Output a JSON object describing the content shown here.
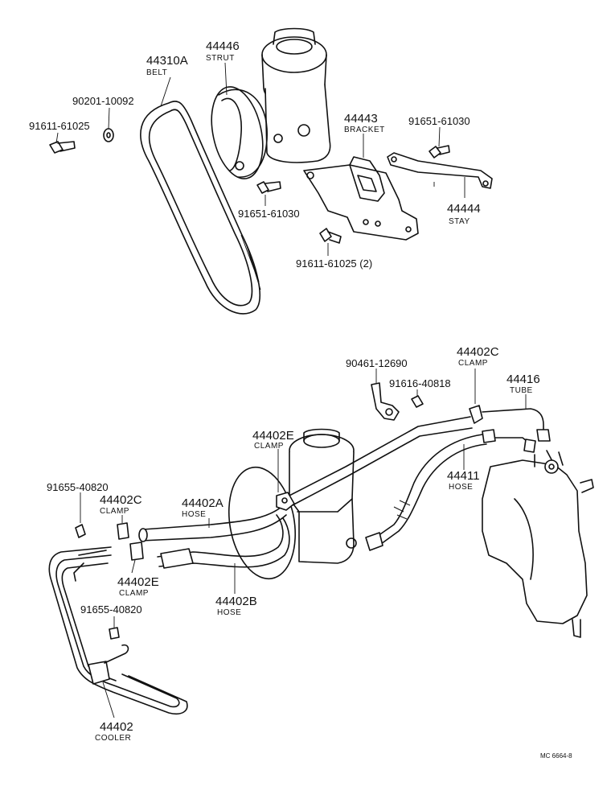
{
  "diagram_id": "MC 6664-8",
  "labels": {
    "belt": {
      "number": "44310A",
      "name": "BELT"
    },
    "strut": {
      "number": "44446",
      "name": "STRUT"
    },
    "washer": {
      "number": "90201-10092"
    },
    "bolt_left": {
      "number": "91611-61025"
    },
    "bracket": {
      "number": "44443",
      "name": "BRACKET"
    },
    "bolt_stay": {
      "number": "91651-61030"
    },
    "bolt_center": {
      "number": "91651-61030"
    },
    "stay": {
      "number": "44444",
      "name": "STAY"
    },
    "bolt_bracket": {
      "number": "91611-61025 (2)"
    },
    "clip": {
      "number": "90461-12690"
    },
    "screw": {
      "number": "91616-40818"
    },
    "clamp_c_top": {
      "number": "44402C",
      "name": "CLAMP"
    },
    "tube": {
      "number": "44416",
      "name": "TUBE"
    },
    "clamp_e_top": {
      "number": "44402E",
      "name": "CLAMP"
    },
    "hose_pressure": {
      "number": "44411",
      "name": "HOSE"
    },
    "bolt_cooler_top": {
      "number": "91655-40820"
    },
    "clamp_c_left": {
      "number": "44402C",
      "name": "CLAMP"
    },
    "hose_a": {
      "number": "44402A",
      "name": "HOSE"
    },
    "clamp_e_left": {
      "number": "44402E",
      "name": "CLAMP"
    },
    "hose_b": {
      "number": "44402B",
      "name": "HOSE"
    },
    "bolt_cooler_bottom": {
      "number": "91655-40820"
    },
    "cooler": {
      "number": "44402",
      "name": "COOLER"
    }
  }
}
